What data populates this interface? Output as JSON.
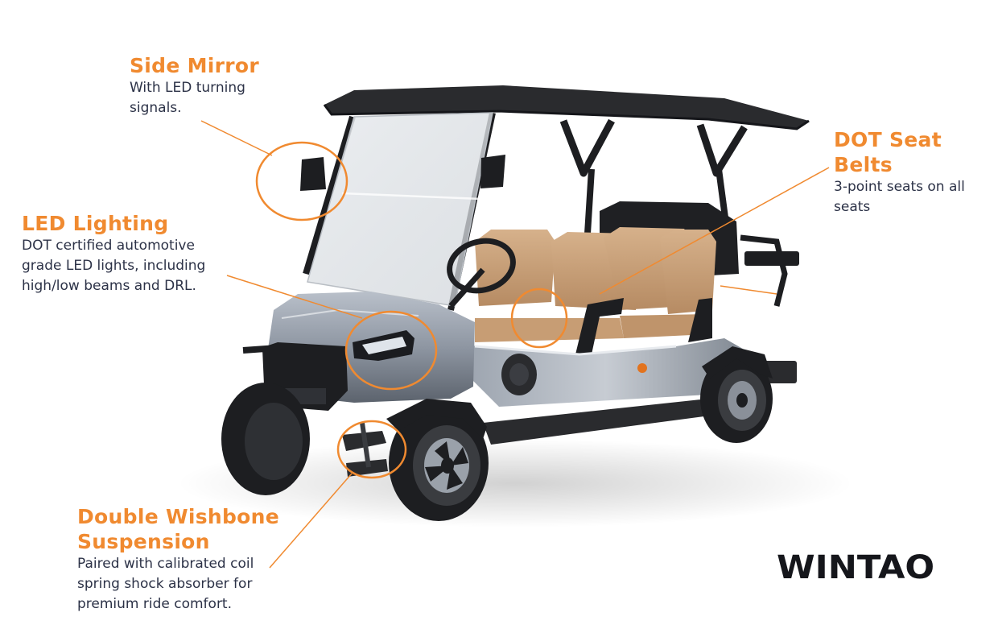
{
  "callouts": {
    "side_mirror": {
      "title": "Side Mirror",
      "desc_lines": [
        "With LED turning",
        "signals."
      ]
    },
    "led_lighting": {
      "title": "LED Lighting",
      "desc_lines": [
        "DOT certified automotive",
        "grade LED lights, including",
        "high/low beams and DRL."
      ]
    },
    "dot_seat_belts": {
      "title_lines": [
        "DOT Seat",
        "Belts"
      ],
      "desc_lines": [
        "3-point seats on all",
        "seats"
      ]
    },
    "double_wishbone": {
      "title_lines": [
        "Double Wishbone",
        "Suspension"
      ],
      "desc_lines": [
        "Paired with calibrated coil",
        "spring shock absorber for",
        "premium ride comfort."
      ]
    }
  },
  "brand": {
    "logo": "WINTAO"
  },
  "colors": {
    "accent": "#f08a30",
    "text": "#2c3247",
    "roof": "#2a2b2e",
    "body": "#8e96a2",
    "seat": "#c9a07a",
    "frame": "#1d1e21"
  },
  "icons": {
    "product": "golf-cart-illustration",
    "highlight": "orange-circle-marker"
  }
}
